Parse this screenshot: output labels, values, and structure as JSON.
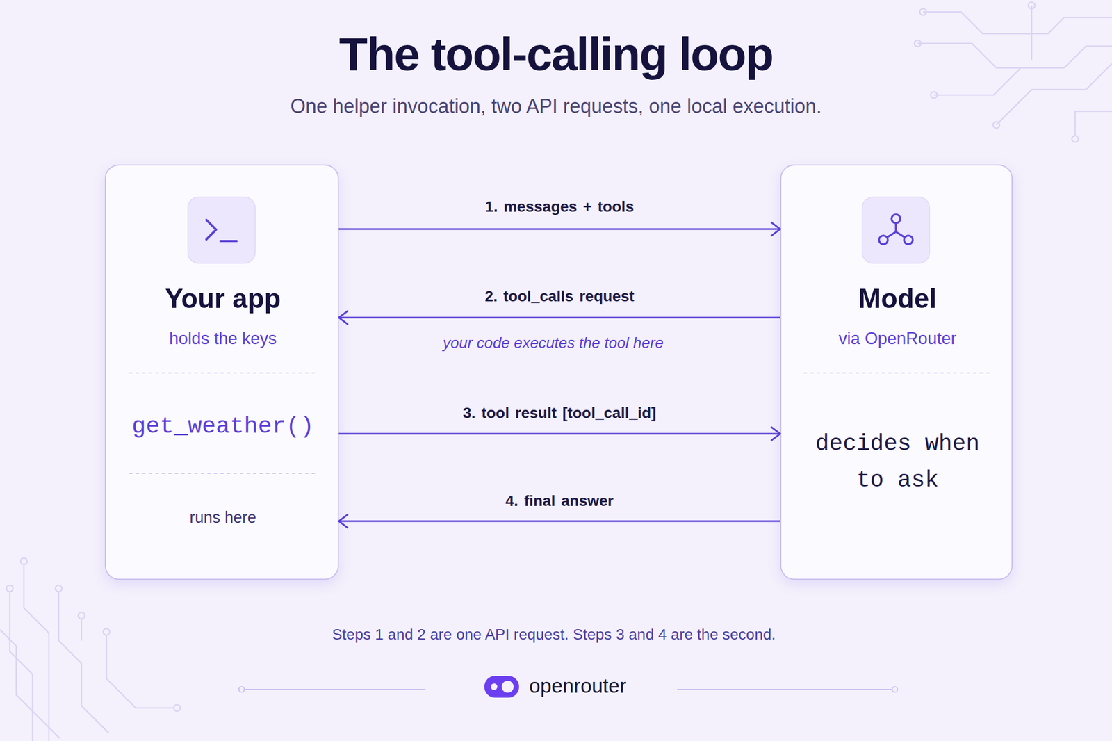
{
  "diagram": {
    "title": "The tool-calling loop",
    "caption": "Steps 1 and 2 are one API request. Steps 3 and 4 are the second.",
    "nodes": [
      {
        "text": [
          "Your app",
          "holds the keys",
          "get_weather()",
          "runs here"
        ]
      },
      {
        "text": [
          "Model",
          "via OpenRouter",
          "decides when to ask"
        ]
      }
    ],
    "edges": [
      {
        "from": 0,
        "to": 1,
        "label": "1. messages + tools",
        "arrow": "to"
      },
      {
        "from": 1,
        "to": 0,
        "label": "2. tool_calls request",
        "arrow": "to"
      },
      {
        "from": 0,
        "to": 1,
        "label": "3. tool result [tool_call_id]",
        "arrow": "to"
      },
      {
        "from": 1,
        "to": 0,
        "label": "4. final answer",
        "arrow": "to"
      }
    ],
    "labels": [
      "One helper invocation, two API requests, one local execution.",
      "your code executes the tool here",
      "openrouter"
    ]
  }
}
